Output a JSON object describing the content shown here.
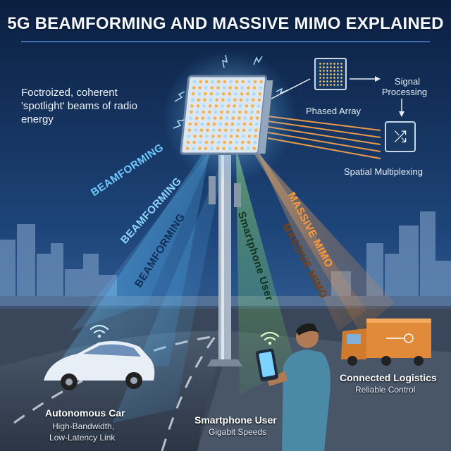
{
  "title": "5G BEAMFORMING AND MASSIVE MIMO EXPLAINED",
  "intro_text": "Foctroized, coherent 'spotlight' beams of radio energy",
  "labels": {
    "phased_array": "Phased Array",
    "signal_processing_line1": "Signal",
    "signal_processing_line2": "Processing",
    "spatial_multiplexing": "Spatial Multiplexing"
  },
  "beams": {
    "beamforming_1": "BEAMFORMING",
    "beamforming_2": "BEAMFORMING",
    "beamforming_3": "BEAMFORMING",
    "smartphone_user": "Smartphone User",
    "massive_mimo_1": "MASSIVE MIMO",
    "massive_mimo_2": "MASSIVE MIMO"
  },
  "captions": {
    "car_title": "Autonomous Car",
    "car_line1": "High-Bandwidth,",
    "car_line2": "Low-Latency Link",
    "phone_title": "Smartphone User",
    "phone_sub": "Gigabit Speeds",
    "truck_title": "Connected Logistics",
    "truck_sub": "Reliable Control"
  },
  "colors": {
    "beam_blue": "#5fc4ff",
    "beam_green": "#7ee06a",
    "beam_orange": "#ff9a3c",
    "sky_top": "#0d2347",
    "sky_bottom": "#2e5f9a"
  },
  "icons": [
    "wifi-icon",
    "shuffle-icon",
    "chip-icon"
  ]
}
